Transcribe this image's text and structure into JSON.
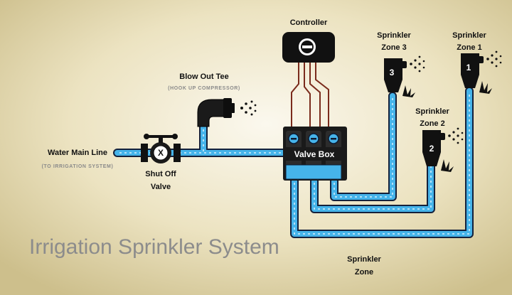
{
  "title": "Irrigation Sprinkler System",
  "labels": {
    "water_main_line": "Water Main Line",
    "water_main_line_sub": "(TO IRRIGATION SYSTEM)",
    "blow_out_tee": "Blow Out Tee",
    "blow_out_tee_sub": "(HOOK UP COMPRESSOR)",
    "shut_off_line1": "Shut Off",
    "shut_off_line2": "Valve",
    "controller": "Controller",
    "valve_box": "Valve Box",
    "zone3_line1": "Sprinkler",
    "zone3_line2": "Zone 3",
    "zone1_line1": "Sprinkler",
    "zone1_line2": "Zone 1",
    "zone2_line1": "Sprinkler",
    "zone2_line2": "Zone 2",
    "zone_bottom_line1": "Sprinkler",
    "zone_bottom_line2": "Zone"
  },
  "sprinkler_numbers": {
    "zone1": "1",
    "zone2": "2",
    "zone3": "3"
  },
  "valve_symbol": "X",
  "colors": {
    "background_center": "#fbf8ee",
    "background_edge": "#cdbf8c",
    "pipe_fill": "#46b4ea",
    "pipe_outline": "#14213c",
    "wire": "#7a2b1c",
    "text": "#111111",
    "title": "#8c8c8c",
    "subtitle": "#8a8a8a"
  }
}
